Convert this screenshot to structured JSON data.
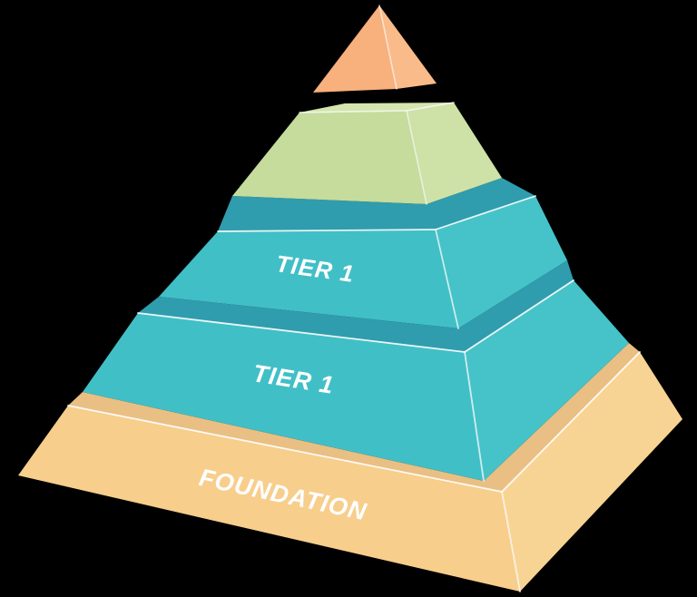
{
  "pyramid": {
    "background_color": "#000000",
    "edge_color": "#FFFFFF",
    "label_color": "#FFFFFF",
    "tiers": [
      {
        "name": "foundation",
        "label": "FOUNDATION",
        "colors": {
          "top": "#E9BF83",
          "front": "#F7CE8C",
          "right": "#F8D494"
        }
      },
      {
        "name": "tier-lower",
        "label": "TIER 1",
        "colors": {
          "top": "#2F9DAE",
          "front": "#41BFC6",
          "right": "#45C3C9"
        }
      },
      {
        "name": "tier-upper",
        "label": "TIER 1",
        "colors": {
          "top": "#2F9DAE",
          "front": "#41BFC6",
          "right": "#45C3C9"
        }
      },
      {
        "name": "green-tier",
        "colors": {
          "top": "#D4E5AE",
          "front": "#C5DC9C",
          "right": "#CEE2A8"
        }
      },
      {
        "name": "apex",
        "colors": {
          "front": "#F8B07D",
          "right": "#FABB8A"
        }
      }
    ]
  }
}
